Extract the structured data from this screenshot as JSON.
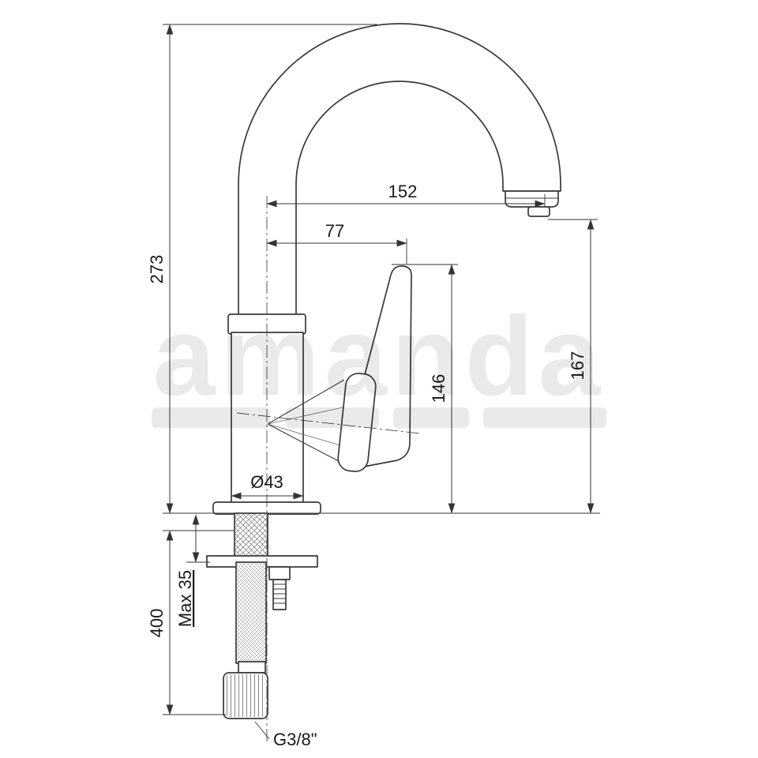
{
  "labels": {
    "total_height": "273",
    "below_length": "400",
    "max_thickness": "Max 35",
    "spout_reach": "152",
    "handle_reach": "77",
    "handle_height": "146",
    "spout_height": "167",
    "base_diameter": "Ø43",
    "thread_size": "G3/8\""
  },
  "watermark": {
    "main": "amanda"
  },
  "colors": {
    "drawing_line": "#3a3a3a",
    "dimension_line": "#333333",
    "dimension_text": "#1a1a1a",
    "background": "#ffffff"
  }
}
